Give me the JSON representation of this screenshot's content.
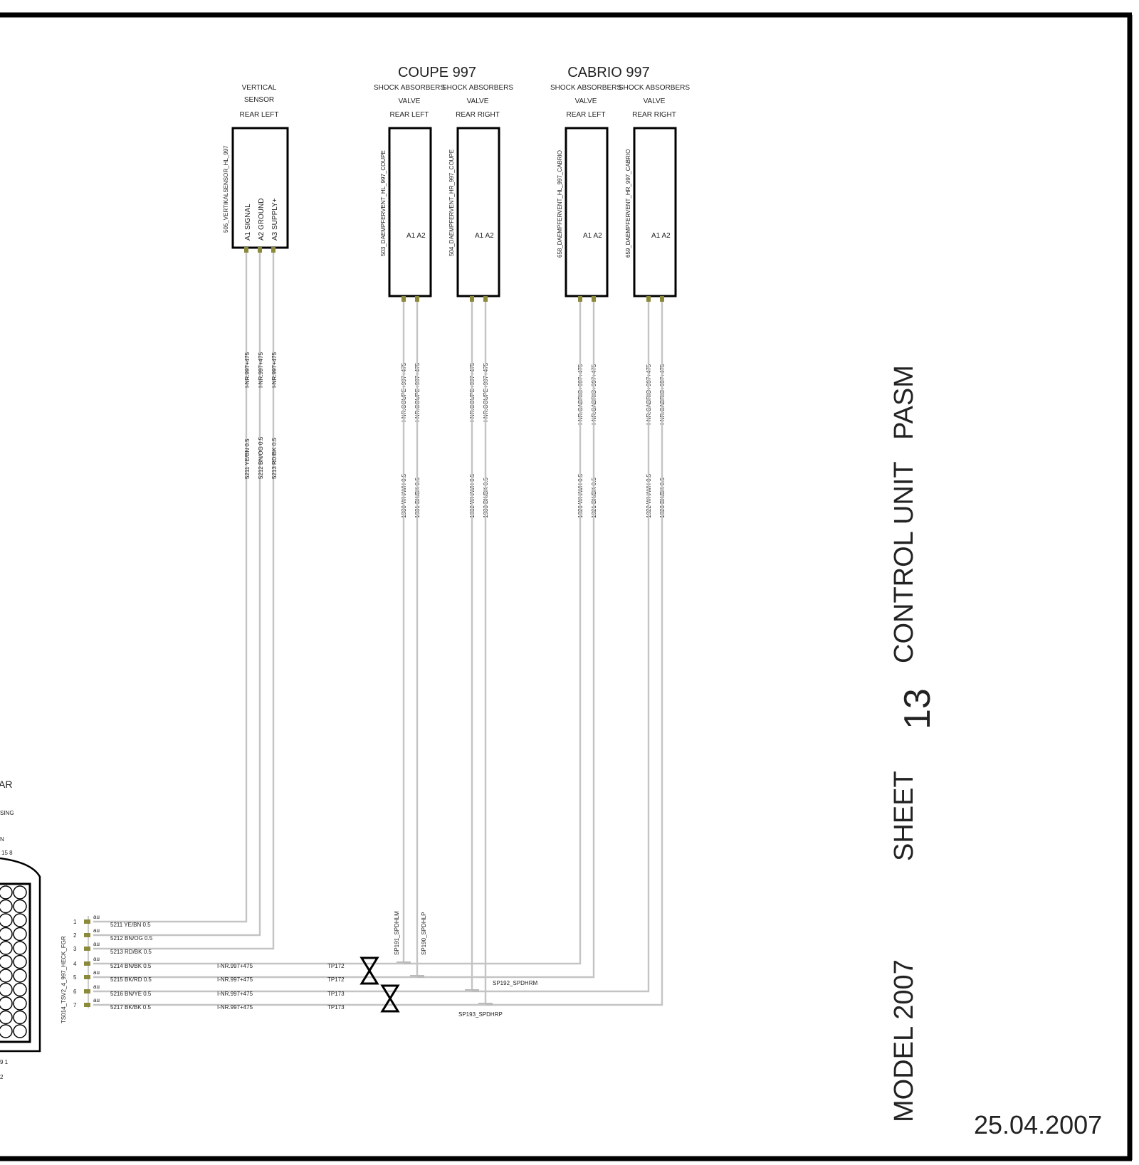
{
  "sheet_title": {
    "model": "MODEL 2007",
    "sheet": "SHEET",
    "sheet_no": "13",
    "control": "CONTROL UNIT",
    "pasm": "PASM",
    "date": "25.04.2007"
  },
  "groups": {
    "coupe": "COUPE 997",
    "cabrio": "CABRIO 997"
  },
  "sensor": {
    "line1": "VERTICAL",
    "line2": "SENSOR",
    "line3": "REAR LEFT",
    "id": "505_VERTIKALSENSOR_HL_997",
    "pins": [
      "A1 SIGNAL",
      "A2 GROUND",
      "A3 SUPPLY+"
    ],
    "inr": "I-NR.997+475",
    "wires": [
      "5211 YE/BN 0.5",
      "5212 BN/OG 0.5",
      "5213 RD/BK 0.5"
    ]
  },
  "valves": [
    {
      "type": "SHOCK ABSORBERS",
      "v": "VALVE",
      "pos": "REAR LEFT",
      "id": "503_DAEMPFERVENT_HL_997_COUPE",
      "pins": "A1  A2",
      "inr": "I-NR.COUPE+997+475",
      "wires": [
        "1930 WH/WH 0.5",
        "1931 BK/BK 0.5"
      ]
    },
    {
      "type": "SHOCK ABSORBERS",
      "v": "VALVE",
      "pos": "REAR RIGHT",
      "id": "504_DAEMPFERVENT_HR_997_COUPE",
      "pins": "A1  A2",
      "inr": "I-NR.COUPE+997+475",
      "wires": [
        "1932 WH/WH 0.5",
        "1933 BK/BK 0.5"
      ]
    },
    {
      "type": "SHOCK ABSORBERS",
      "v": "VALVE",
      "pos": "REAR LEFT",
      "id": "658_DAEMPFERVENT_HL_997_CABRIO",
      "pins": "A1  A2",
      "inr": "I-NR.CABRIO+997+475",
      "wires": [
        "1920 WH/WH 0.5",
        "1921 BK/BK 0.5"
      ]
    },
    {
      "type": "SHOCK ABSORBERS",
      "v": "VALVE",
      "pos": "REAR RIGHT",
      "id": "659_DAEMPFERVENT_HR_997_CABRIO",
      "pins": "A1  A2",
      "inr": "I-NR.CABRIO+997+475",
      "wires": [
        "1922 WH/WH 0.5",
        "1923 BK/BK 0.5"
      ]
    }
  ],
  "connector": {
    "id": "TS014_TSV2_4_997_HECK_FGR",
    "pins": [
      "1",
      "2",
      "3",
      "4",
      "5",
      "6",
      "7"
    ],
    "au": "au",
    "wires": [
      "5211 YE/BN 0.5",
      "5212 BN/OG 0.5",
      "5213 RD/BK 0.5",
      "5214 BN/BK 0.5",
      "5215 BK/RD 0.5",
      "5216 BN/YE 0.5",
      "5217 BK/BK 0.5"
    ],
    "inr": "I-NR.997+475",
    "tp": [
      "TP172",
      "TP172",
      "TP173",
      "TP173"
    ]
  },
  "splices": [
    "SP191_SPDHLM",
    "SP190_SPDHLP",
    "SP192_SPDHRM",
    "SP193_SPDHRP"
  ],
  "cut_left": {
    "title": "AR",
    "housing": "SING",
    "n": "N",
    "top_pins": "15  8",
    "bottom_pins": "9    1",
    "bottom2": "2"
  }
}
